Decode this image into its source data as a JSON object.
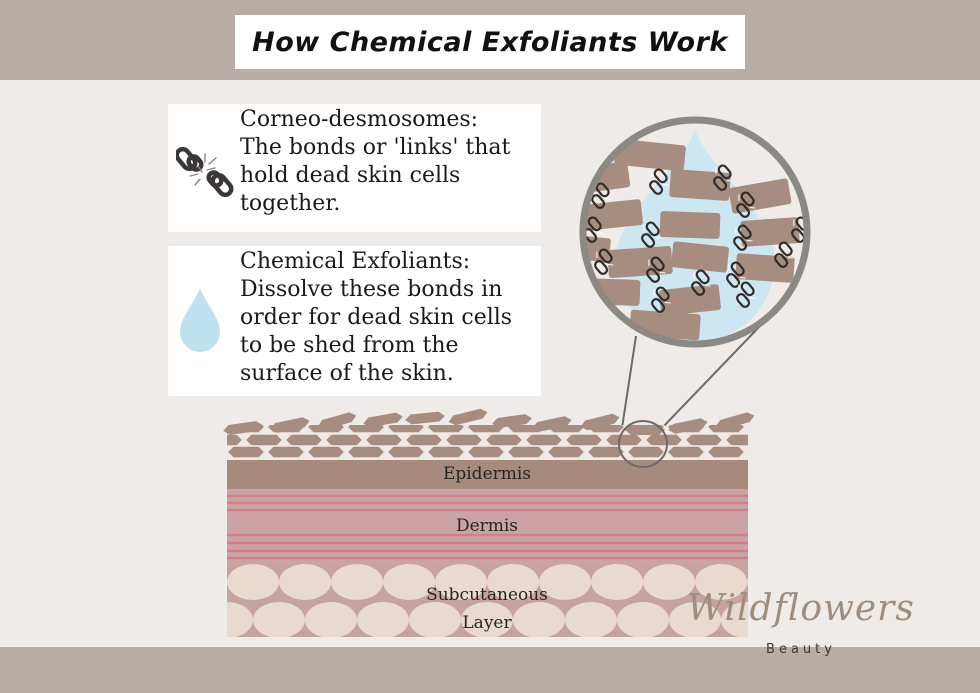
{
  "header": {
    "title": "How Chemical Exfoliants Work"
  },
  "cards": [
    {
      "heading": "Corneo-desmosomes:",
      "body": "The bonds or 'links' that hold dead skin cells together.",
      "icon": "broken-chain-icon"
    },
    {
      "heading": "Chemical Exfoliants:",
      "body": "Dissolve these bonds in order for dead skin cells to be shed from the surface of the skin.",
      "icon": "droplet-icon"
    }
  ],
  "skin_layers": {
    "epidermis": "Epidermis",
    "dermis": "Dermis",
    "subcutaneous_line1": "Subcutaneous",
    "subcutaneous_line2": "Layer"
  },
  "logo": {
    "name": "Wildflowers",
    "sub": "Beauty"
  },
  "colors": {
    "band": "#b7aca6",
    "background": "#efebe8",
    "cell_brown": "#a68d80",
    "droplet_blue": "#cce7f2",
    "dermis_pink": "#c89ca0",
    "fat_cream": "#e8dad0"
  }
}
